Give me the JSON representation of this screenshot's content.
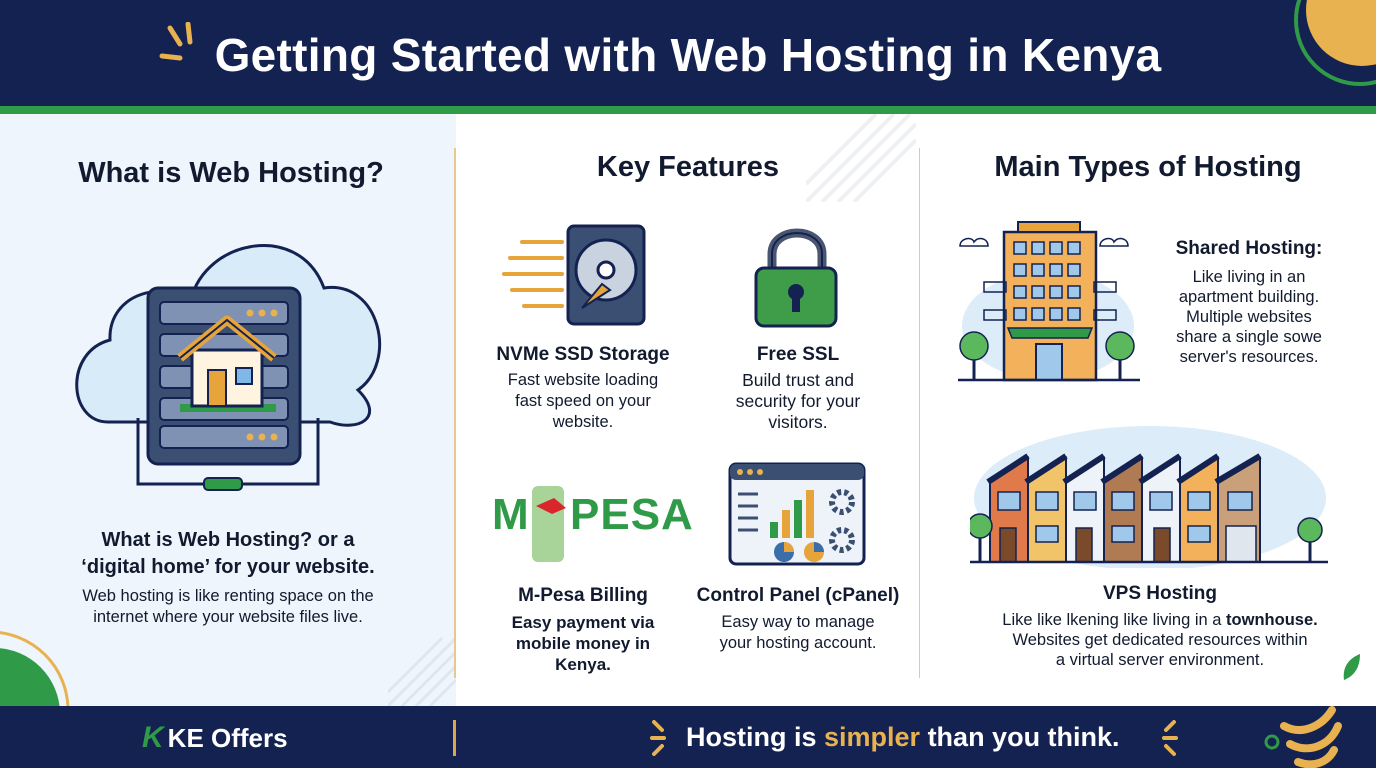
{
  "header": {
    "title": "Getting Started with Web Hosting in Kenya"
  },
  "what_is": {
    "title": "What is Web Hosting?",
    "subtitle_line1": "What is Web Hosting? or a",
    "subtitle_line2": "‘digital home’ for your website.",
    "desc_line1": "Web hosting is like renting space on the",
    "desc_line2": "internet where your website files live."
  },
  "features": {
    "title": "Key Features",
    "items": [
      {
        "label": "NVMe SSD Storage",
        "lines": [
          "Fast website loading",
          "fast speed on your",
          "website."
        ],
        "icon": "hard-drive-icon"
      },
      {
        "label": "Free SSL",
        "lines": [
          "Build trust and",
          "security for your",
          "visitors."
        ],
        "icon": "padlock-icon"
      },
      {
        "label": "M-Pesa Billing",
        "lines": [
          "Easy payment via",
          "mobile money in",
          "Kenya."
        ],
        "icon": "mpesa-logo",
        "logo_text_left": "M",
        "logo_text_right": "PESA"
      },
      {
        "label": "Control Panel (cPanel)",
        "lines": [
          "Easy way to manage",
          "your hosting account."
        ],
        "icon": "dashboard-icon"
      }
    ]
  },
  "types": {
    "title": "Main Types of Hosting",
    "shared": {
      "label": "Shared Hosting:",
      "lines": [
        "Like living in an",
        "apartment building.",
        "Multiple websites",
        "share a single sowe",
        "server's resources."
      ]
    },
    "vps": {
      "label": "VPS Hosting",
      "line1_pre": "Like like lkening like living in a ",
      "line1_bold": "townhouse.",
      "line2": "Websites get dedicated resources within",
      "line3": "a virtual server environment."
    }
  },
  "footer": {
    "brand": "KE Offers",
    "brand_mark": "K",
    "tagline_pre": "Hosting is ",
    "tagline_highlight": "simpler",
    "tagline_post": " than you think."
  },
  "colors": {
    "navy": "#132250",
    "green": "#2f9a48",
    "gold": "#e7b24f",
    "light_blue": "#eef5fc"
  }
}
